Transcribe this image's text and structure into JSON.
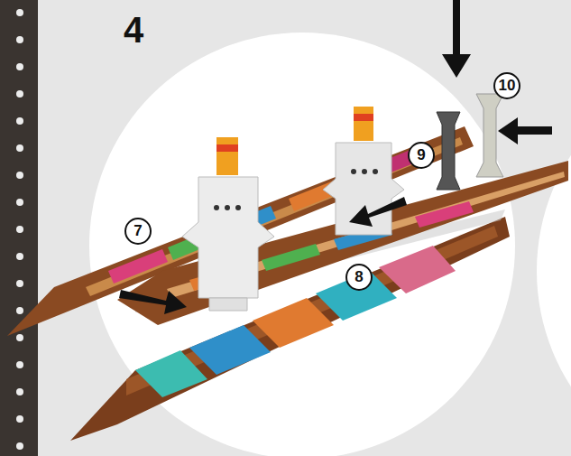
{
  "diagram": {
    "labels": [
      "4",
      "7",
      "8",
      "9",
      "10"
    ]
  }
}
